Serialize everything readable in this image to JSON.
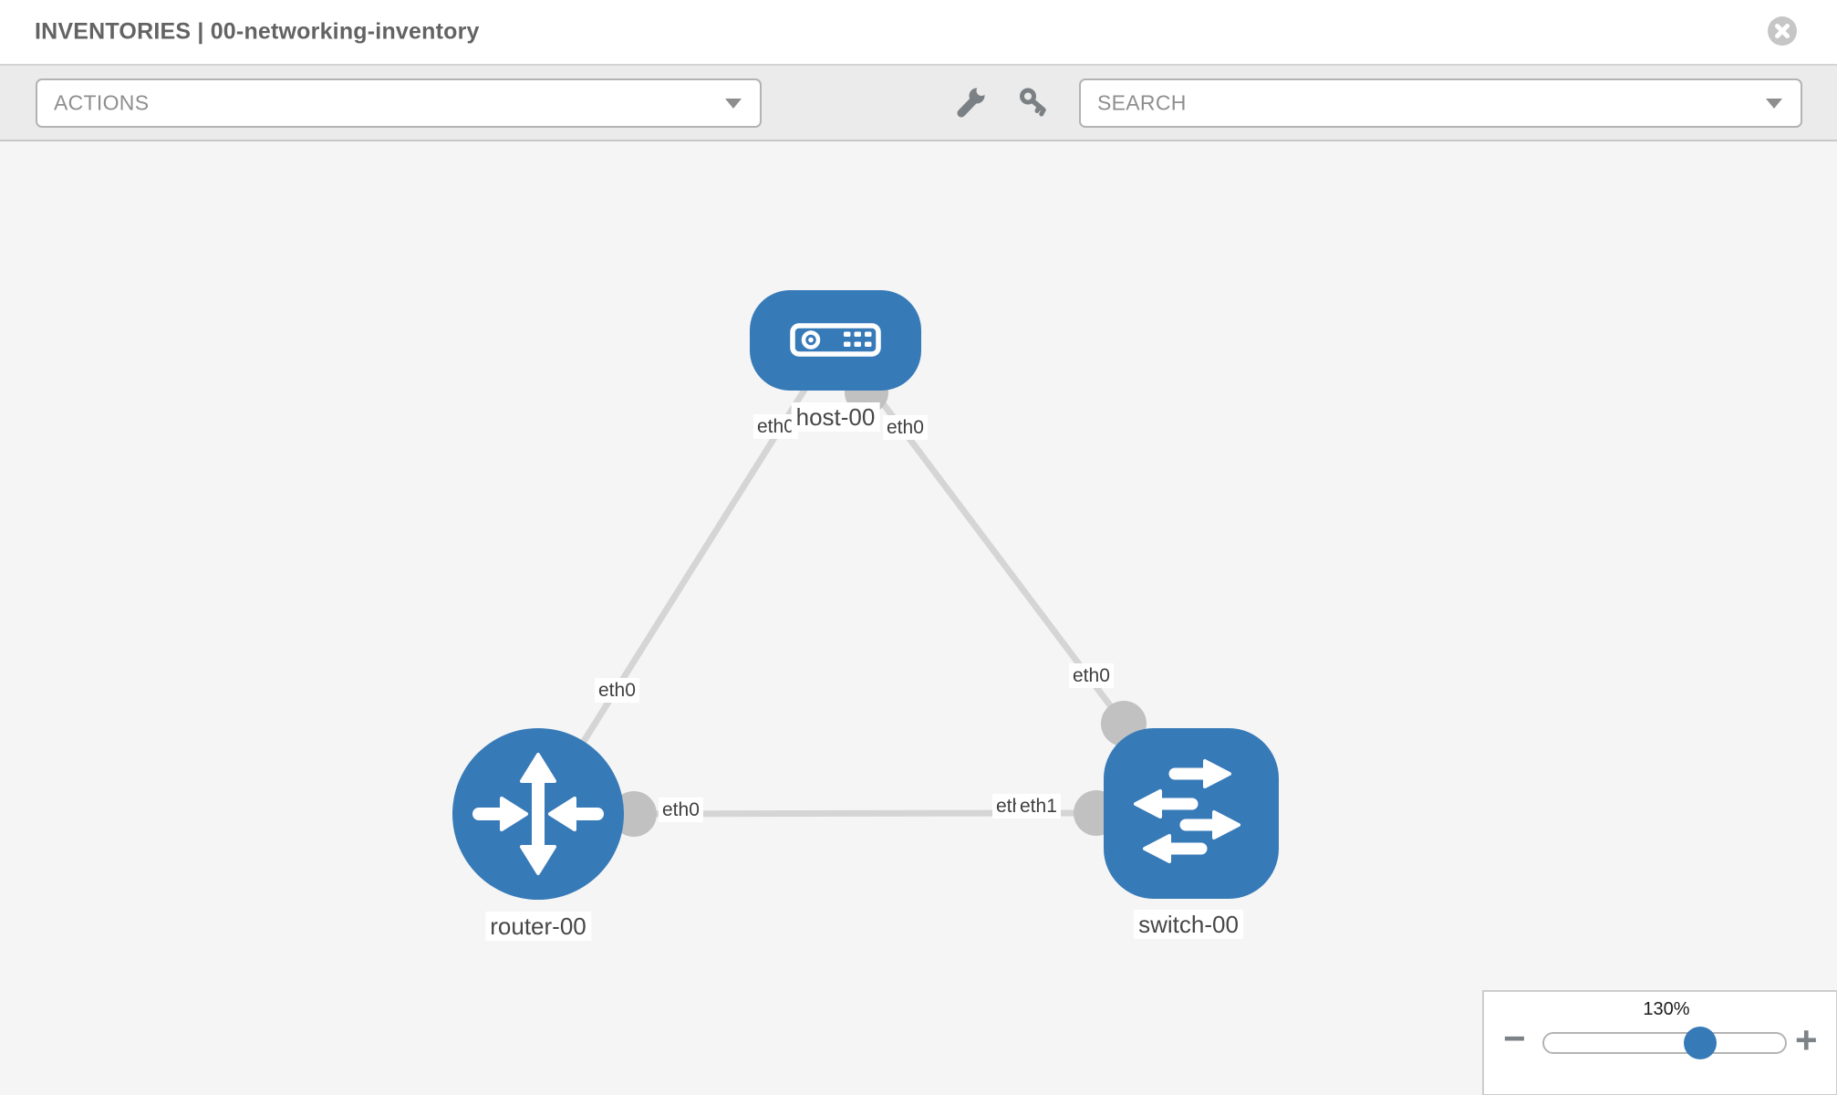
{
  "header": {
    "title": "INVENTORIES | 00-networking-inventory"
  },
  "toolbar": {
    "actions_label": "ACTIONS",
    "search_label": "SEARCH",
    "icons": [
      "wrench-icon",
      "key-icon"
    ]
  },
  "topology": {
    "nodes": [
      {
        "label": "host-00",
        "type": "host"
      },
      {
        "label": "router-00",
        "type": "router"
      },
      {
        "label": "switch-00",
        "type": "switch"
      }
    ],
    "links": [
      {
        "from": "host-00",
        "to": "router-00",
        "from_interface": "eth0",
        "to_interface": "eth0"
      },
      {
        "from": "host-00",
        "to": "switch-00",
        "from_interface": "eth0",
        "to_interface": "eth0"
      },
      {
        "from": "router-00",
        "to": "switch-00",
        "from_interface": "eth0",
        "to_interface": "eth1"
      }
    ],
    "interface_labels": {
      "host_end_to_router": "eth0",
      "host_end_to_switch": "eth0",
      "router_end_to_host": "eth0",
      "router_end_to_switch": "eth0",
      "switch_end_to_router_back": "eth0",
      "switch_end_to_router": "eth1",
      "switch_end_to_host": "eth0"
    }
  },
  "zoom_control": {
    "level": "130%",
    "minus_label": "−",
    "plus_label": "+"
  },
  "colors": {
    "node_blue": "#377ab8",
    "link_gray": "#d5d5d5",
    "endpoint_gray": "#c1c1c1",
    "icon_gray": "#7b8084",
    "toolbar_gray": "#ebebeb",
    "canvas_gray": "#f5f5f5"
  }
}
